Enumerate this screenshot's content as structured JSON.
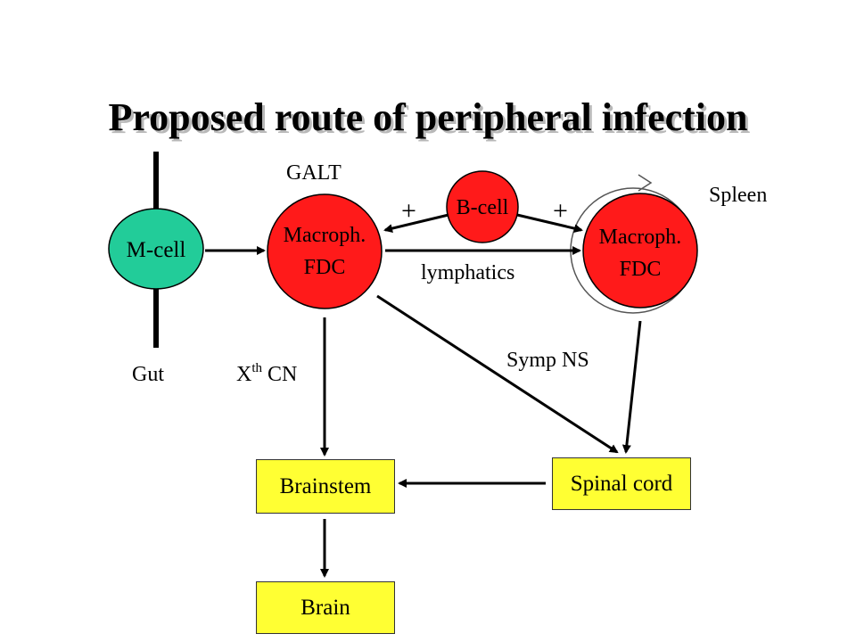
{
  "title": "Proposed route of peripheral infection",
  "nodes": {
    "m_cell": "M-cell",
    "galt_macroph": "Macroph.",
    "galt_fdc": "FDC",
    "b_cell": "B-cell",
    "spleen_macroph": "Macroph.",
    "spleen_fdc": "FDC",
    "brainstem": "Brainstem",
    "spinal_cord": "Spinal cord",
    "brain": "Brain"
  },
  "labels": {
    "gut": "Gut",
    "galt": "GALT",
    "spleen": "Spleen",
    "lymphatics": "lymphatics",
    "symp_ns": "Symp NS",
    "xth_x": "X",
    "xth_sup": "th",
    "xth_cn": "CN",
    "plus_left": "+",
    "plus_right": "+"
  },
  "colors": {
    "m_cell": "#22cc99",
    "macroph": "#ff1a1a",
    "box": "#ffff33"
  }
}
